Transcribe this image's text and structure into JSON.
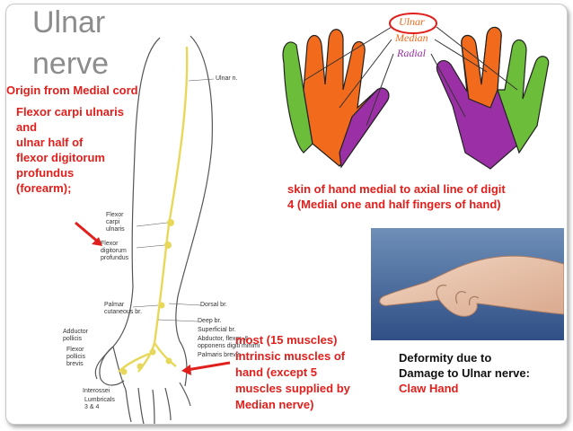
{
  "slide": {
    "title": "Ulnar\nnerve",
    "origin": "Origin from Medial cord",
    "forearm_text": "Flexor carpi ulnaris\nand\nulnar half of\nflexor digitorum\nprofundus\n(forearm);",
    "skin_text": "skin of hand medial to axial line of digit\n4 (Medial one and half fingers of hand)",
    "muscles_text": "most (15 muscles)\nintrinsic muscles of\nhand (except 5\nmuscles supplied by\nMedian nerve)",
    "deformity_text": "Deformity due to\nDamage to Ulnar nerve:",
    "claw_text": "Claw Hand"
  },
  "hand_legend": {
    "ulnar": "Ulnar",
    "median": "Median",
    "radial": "Radial"
  },
  "diagram_labels": {
    "ulnar_n": "Ulnar n.",
    "fcu": "Flexor\ncarpi\nulnaris",
    "fdp": "Flexor\ndigitorum\nprofundus",
    "palmar_cut": "Palmar\ncutaneous br.",
    "dorsal": "Dorsal br.",
    "deep": "Deep br.",
    "superficial": "Superficial br.",
    "abductor": "Abductor, flexor, &\nopponens digiti minimi",
    "palmaris": "Palmaris brevis",
    "adductor": "Adductor\npollicis",
    "fpb": "Flexor\npollicis\nbrevis",
    "interossei": "Interossei",
    "lumbricals": "Lumbricals\n3 & 4"
  },
  "colors": {
    "ulnar": "#f26a1b",
    "median": "#f26a1b",
    "radial": "#9b2fa6",
    "green": "#6cbd3a",
    "nerve": "#f2e27a",
    "accent": "#e0201c"
  }
}
